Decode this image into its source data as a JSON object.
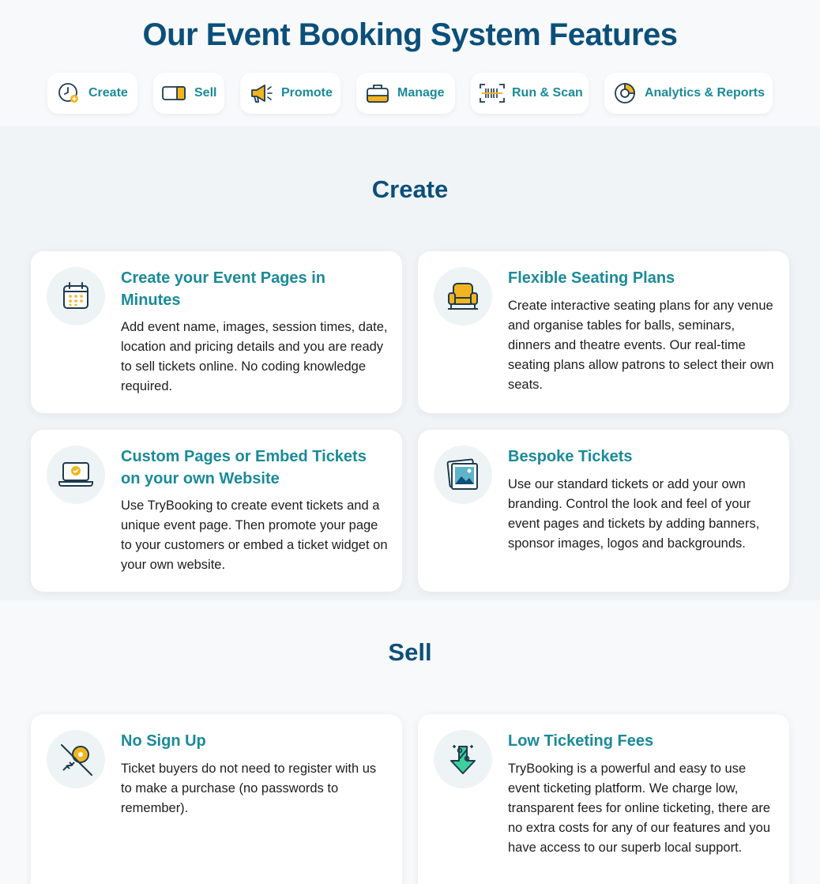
{
  "header": {
    "title": "Our Event Booking System Features"
  },
  "tabs": [
    {
      "label": "Create",
      "icon": "clock-plus-icon"
    },
    {
      "label": "Sell",
      "icon": "ticket-icon"
    },
    {
      "label": "Promote",
      "icon": "megaphone-icon"
    },
    {
      "label": "Manage",
      "icon": "briefcase-icon"
    },
    {
      "label": "Run & Scan",
      "icon": "barcode-scan-icon"
    },
    {
      "label": "Analytics & Reports",
      "icon": "pie-chart-icon"
    }
  ],
  "sections": {
    "create": {
      "title": "Create",
      "cards": [
        {
          "title": "Create your Event Pages in Minutes",
          "text": "Add event name, images, session times, date, location and pricing details and you are ready to sell tickets online. No coding knowledge required.",
          "icon": "calendar-icon"
        },
        {
          "title": "Flexible Seating Plans",
          "text": "Create interactive seating plans for any venue and organise tables for balls, seminars, dinners and theatre events. Our real-time seating plans allow patrons to select their own seats.",
          "icon": "armchair-icon"
        },
        {
          "title": "Custom Pages or Embed Tickets on your own Website",
          "text": "Use TryBooking to create event tickets and a unique event page. Then promote your page to your customers or embed a ticket widget on your own website.",
          "icon": "laptop-check-icon"
        },
        {
          "title": "Bespoke Tickets",
          "text": "Use our standard tickets or add your own branding. Control the look and feel of your event pages and tickets by adding banners, sponsor images, logos and backgrounds.",
          "icon": "image-frame-icon"
        }
      ]
    },
    "sell": {
      "title": "Sell",
      "cards": [
        {
          "title": "No Sign Up",
          "text": "Ticket buyers do not need to register with us to make a purchase (no passwords to remember).",
          "icon": "no-signup-icon"
        },
        {
          "title": "Low Ticketing Fees",
          "text": "TryBooking is a powerful and easy to use event ticketing platform. We charge low, transparent fees for online ticketing, there are no extra costs for any of our features and you have access to our superb local support.",
          "icon": "percent-down-icon"
        }
      ]
    }
  },
  "colors": {
    "navy": "#0b4f7a",
    "teal": "#1a8a99",
    "amber": "#f2b51f",
    "background": "#f7f9fa"
  }
}
